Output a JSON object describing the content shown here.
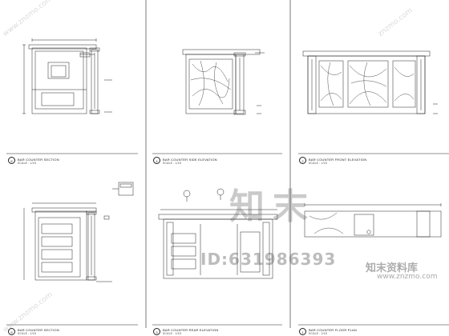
{
  "sheet": {
    "views": [
      {
        "number": "6",
        "title": "BAR COUNTER SECTION",
        "scale": "SCALE : 1/15"
      },
      {
        "number": "4",
        "title": "BAR COUNTER SIDE ELEVATION",
        "scale": "SCALE : 1/15"
      },
      {
        "number": "2",
        "title": "BAR COUNTER FRONT ELEVATION",
        "scale": "SCALE : 1/15"
      },
      {
        "number": "5",
        "title": "BAR COUNTER SECTION",
        "scale": "SCALE : 1/15"
      },
      {
        "number": "3",
        "title": "BAR COUNTER REAR ELEVATION",
        "scale": "SCALE : 1/15"
      },
      {
        "number": "1",
        "title": "BAR COUNTER FLOOR PLAN",
        "scale": "SCALE : 1/15"
      }
    ]
  },
  "watermark": {
    "logo_text": "知末",
    "id_text": "ID:631986393",
    "brand_text": "知末资料库",
    "site_text": "www.znzmo.com",
    "site_short": "znzmo.com"
  },
  "colors": {
    "line": "#1a1a1a",
    "background": "#ffffff",
    "watermark": "#808080"
  },
  "icons": [
    "section-marker-icon",
    "scale-bar-icon"
  ]
}
